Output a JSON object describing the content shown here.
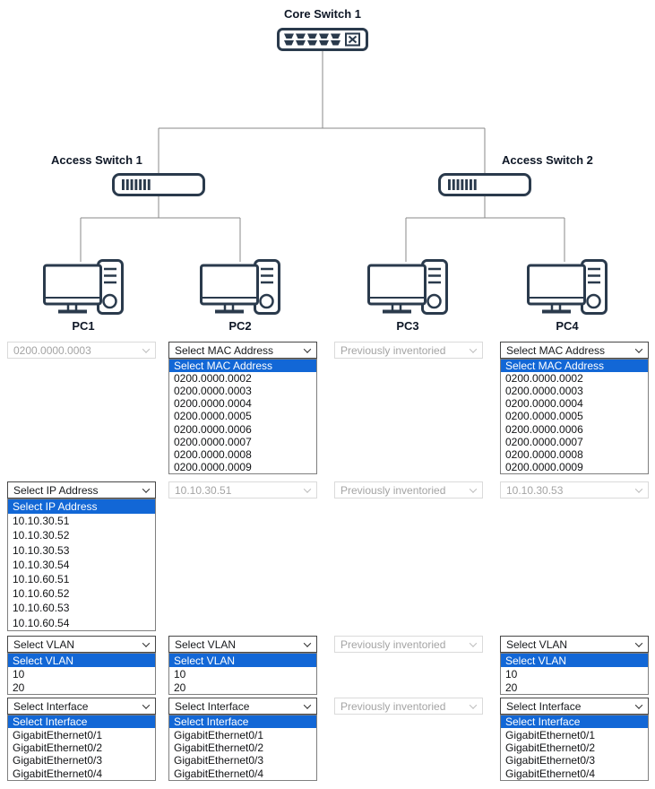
{
  "colors": {
    "highlight_blue": "#1267d6",
    "icon_stroke": "#2a3a4c",
    "connector_gray": "#8a8a8a",
    "disabled_text": "#a4a4a4",
    "disabled_border": "#dadada",
    "select_border": "#474747"
  },
  "diagram": {
    "core_switch_label": "Core Switch 1",
    "access_switch1_label": "Access Switch 1",
    "access_switch2_label": "Access Switch 2",
    "pc_labels": [
      "PC1",
      "PC2",
      "PC3",
      "PC4"
    ]
  },
  "option_sets": {
    "mac": [
      "Select MAC Address",
      "0200.0000.0002",
      "0200.0000.0003",
      "0200.0000.0004",
      "0200.0000.0005",
      "0200.0000.0006",
      "0200.0000.0007",
      "0200.0000.0008",
      "0200.0000.0009"
    ],
    "ip": [
      "Select IP Address",
      "10.10.30.51",
      "10.10.30.52",
      "10.10.30.53",
      "10.10.30.54",
      "10.10.60.51",
      "10.10.60.52",
      "10.10.60.53",
      "10.10.60.54"
    ],
    "vlan": [
      "Select VLAN",
      "10",
      "20"
    ],
    "iface": [
      "Select Interface",
      "GigabitEthernet0/1",
      "GigabitEthernet0/2",
      "GigabitEthernet0/3",
      "GigabitEthernet0/4"
    ]
  },
  "dropdowns": [
    {
      "pc": "PC1",
      "field": "mac",
      "col": 0,
      "state": "disabled",
      "value": "0200.0000.0003"
    },
    {
      "pc": "PC2",
      "field": "mac",
      "col": 1,
      "state": "open",
      "value": "Select MAC Address",
      "options": "mac"
    },
    {
      "pc": "PC3",
      "field": "mac",
      "col": 2,
      "state": "disabled",
      "value": "Previously inventoried"
    },
    {
      "pc": "PC4",
      "field": "mac",
      "col": 3,
      "state": "open",
      "value": "Select MAC Address",
      "options": "mac"
    },
    {
      "pc": "PC1",
      "field": "ip",
      "col": 0,
      "state": "open",
      "value": "Select IP Address",
      "options": "ip"
    },
    {
      "pc": "PC2",
      "field": "ip",
      "col": 1,
      "state": "disabled",
      "value": "10.10.30.51"
    },
    {
      "pc": "PC3",
      "field": "ip",
      "col": 2,
      "state": "disabled",
      "value": "Previously inventoried"
    },
    {
      "pc": "PC4",
      "field": "ip",
      "col": 3,
      "state": "disabled",
      "value": "10.10.30.53"
    },
    {
      "pc": "PC1",
      "field": "vlan",
      "col": 0,
      "state": "open",
      "value": "Select VLAN",
      "options": "vlan"
    },
    {
      "pc": "PC2",
      "field": "vlan",
      "col": 1,
      "state": "open",
      "value": "Select VLAN",
      "options": "vlan"
    },
    {
      "pc": "PC3",
      "field": "vlan",
      "col": 2,
      "state": "disabled",
      "value": "Previously inventoried"
    },
    {
      "pc": "PC4",
      "field": "vlan",
      "col": 3,
      "state": "open",
      "value": "Select VLAN",
      "options": "vlan"
    },
    {
      "pc": "PC1",
      "field": "iface",
      "col": 0,
      "state": "open",
      "value": "Select Interface",
      "options": "iface"
    },
    {
      "pc": "PC2",
      "field": "iface",
      "col": 1,
      "state": "open",
      "value": "Select Interface",
      "options": "iface"
    },
    {
      "pc": "PC3",
      "field": "iface",
      "col": 2,
      "state": "disabled",
      "value": "Previously inventoried"
    },
    {
      "pc": "PC4",
      "field": "iface",
      "col": 3,
      "state": "open",
      "value": "Select Interface",
      "options": "iface"
    }
  ]
}
